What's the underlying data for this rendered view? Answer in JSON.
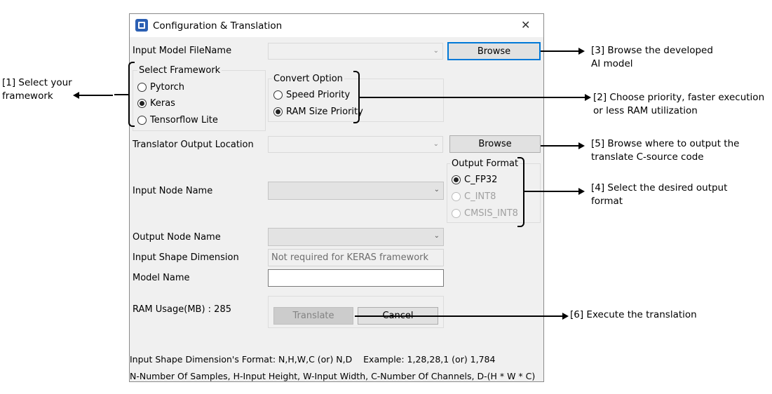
{
  "dialog": {
    "title": "Configuration & Translation",
    "close_glyph": "✕",
    "app_icon": "app-chip-icon",
    "input_model_label": "Input Model FileName",
    "input_model_value": "",
    "browse_model_label": "Browse",
    "framework_group_label": "Select Framework",
    "frameworks": [
      "Pytorch",
      "Keras",
      "Tensorflow Lite"
    ],
    "framework_selected": "Keras",
    "convert_group_label": "Convert Option",
    "convert_options": [
      "Speed Priority",
      "RAM Size Priority"
    ],
    "convert_selected": "RAM Size Priority",
    "output_location_label": "Translator Output Location",
    "output_location_value": "",
    "browse_output_label": "Browse",
    "output_format_group_label": "Output Format",
    "output_formats": [
      "C_FP32",
      "C_INT8",
      "CMSIS_INT8"
    ],
    "output_format_selected": "C_FP32",
    "input_node_label": "Input Node Name",
    "output_node_label": "Output Node Name",
    "input_shape_label": "Input Shape Dimension",
    "input_shape_value": "Not required for KERAS framework",
    "model_name_label": "Model Name",
    "model_name_value": "",
    "ram_usage_label": "RAM Usage(MB) : 285",
    "translate_label": "Translate",
    "cancel_label": "Cancel",
    "footer_line1": "Input Shape Dimension's Format: N,H,W,C (or) N,D    Example: 1,28,28,1 (or) 1,784",
    "footer_line2": "N-Number Of Samples, H-Input Height, W-Input Width, C-Number Of Channels, D-(H * W * C)"
  },
  "annotations": {
    "a1_line1": "[1] Select your",
    "a1_line2": "framework",
    "a2_line1": "[2] Choose priority, faster execution",
    "a2_line2": "or less RAM utilization",
    "a3_line1": "[3] Browse the developed",
    "a3_line2": "AI model",
    "a4_line1": "[4] Select the desired output",
    "a4_line2": "format",
    "a5_line1": "[5] Browse where to output the",
    "a5_line2": "translate C-source code",
    "a6": "[6] Execute the translation"
  },
  "colors": {
    "accent": "#0078d7",
    "dialog_bg": "#f0f0f0",
    "app_icon": "#2b5fb3"
  }
}
